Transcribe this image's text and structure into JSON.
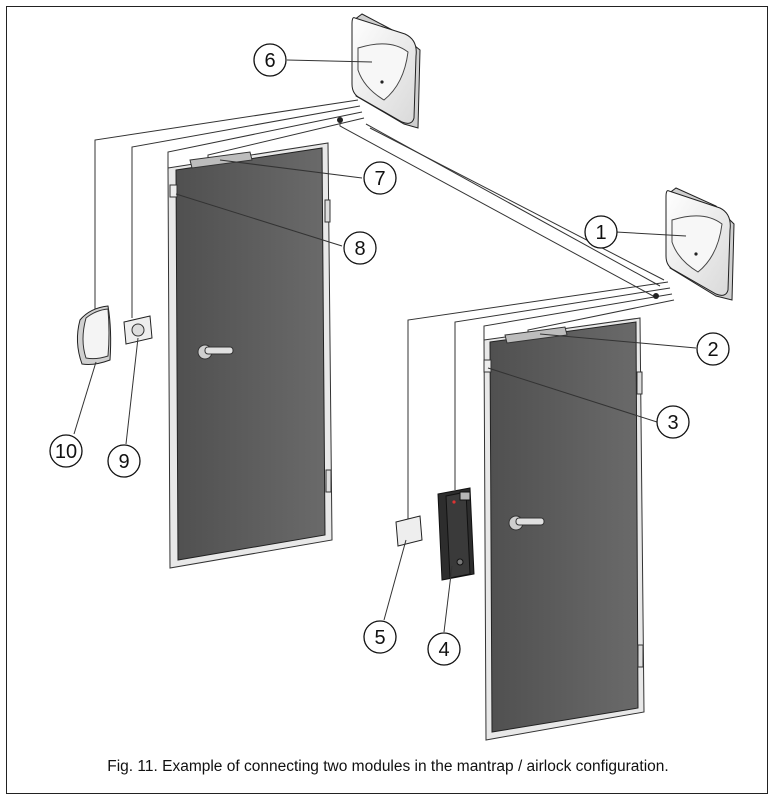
{
  "caption": "Fig. 11. Example of connecting two modules in the mantrap / airlock configuration.",
  "callouts": [
    {
      "id": "1",
      "label": "1",
      "part": "module-controller-2"
    },
    {
      "id": "2",
      "label": "2",
      "part": "door-closer-sensor-2"
    },
    {
      "id": "3",
      "label": "3",
      "part": "door-contact-2"
    },
    {
      "id": "4",
      "label": "4",
      "part": "reader-keypad-2"
    },
    {
      "id": "5",
      "label": "5",
      "part": "exit-button-2"
    },
    {
      "id": "6",
      "label": "6",
      "part": "module-controller-1"
    },
    {
      "id": "7",
      "label": "7",
      "part": "door-closer-sensor-1"
    },
    {
      "id": "8",
      "label": "8",
      "part": "door-contact-1"
    },
    {
      "id": "9",
      "label": "9",
      "part": "exit-button-1"
    },
    {
      "id": "10",
      "label": "10",
      "part": "reader-1"
    }
  ],
  "colors": {
    "door": "#5b5b5b",
    "frame": "#e6e6e6",
    "line": "#333333",
    "device": "#f2f2f2"
  }
}
